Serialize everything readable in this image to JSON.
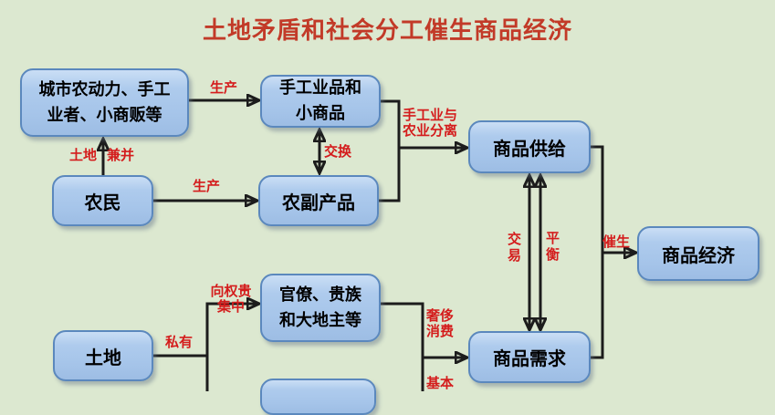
{
  "title": "土地矛盾和社会分工催生商品经济",
  "boxes": {
    "urban": {
      "label": "城市农动力、手工\n业者、小商贩等"
    },
    "farmer": {
      "label": "农民"
    },
    "handicraft": {
      "label": "手工业品和\n小商品"
    },
    "agri_products": {
      "label": "农副产品"
    },
    "officials": {
      "label": "官僚、贵族\n和大地主等"
    },
    "land": {
      "label": "土地"
    },
    "supply": {
      "label": "商品供给"
    },
    "demand": {
      "label": "商品需求"
    },
    "economy": {
      "label": "商品经济"
    }
  },
  "edge_labels": {
    "produce_top": "生产",
    "annex_left": "土地",
    "annex_right": "兼并",
    "produce_bottom": "生产",
    "exchange": "交换",
    "separation": "手工业与\n农业分离",
    "concentrate": "向权贵\n集中",
    "private": "私有",
    "luxury": "奢侈\n消费",
    "basic": "基本",
    "trade": "交易",
    "balance": "平衡",
    "spawn": "催生"
  },
  "colors": {
    "background": "#dce8d0",
    "box_fill": "#a5c4e9",
    "box_border": "#5b88bd",
    "title_red": "#c23a28",
    "label_red": "#d41c1c",
    "arrow_black": "#1c1c1c"
  }
}
